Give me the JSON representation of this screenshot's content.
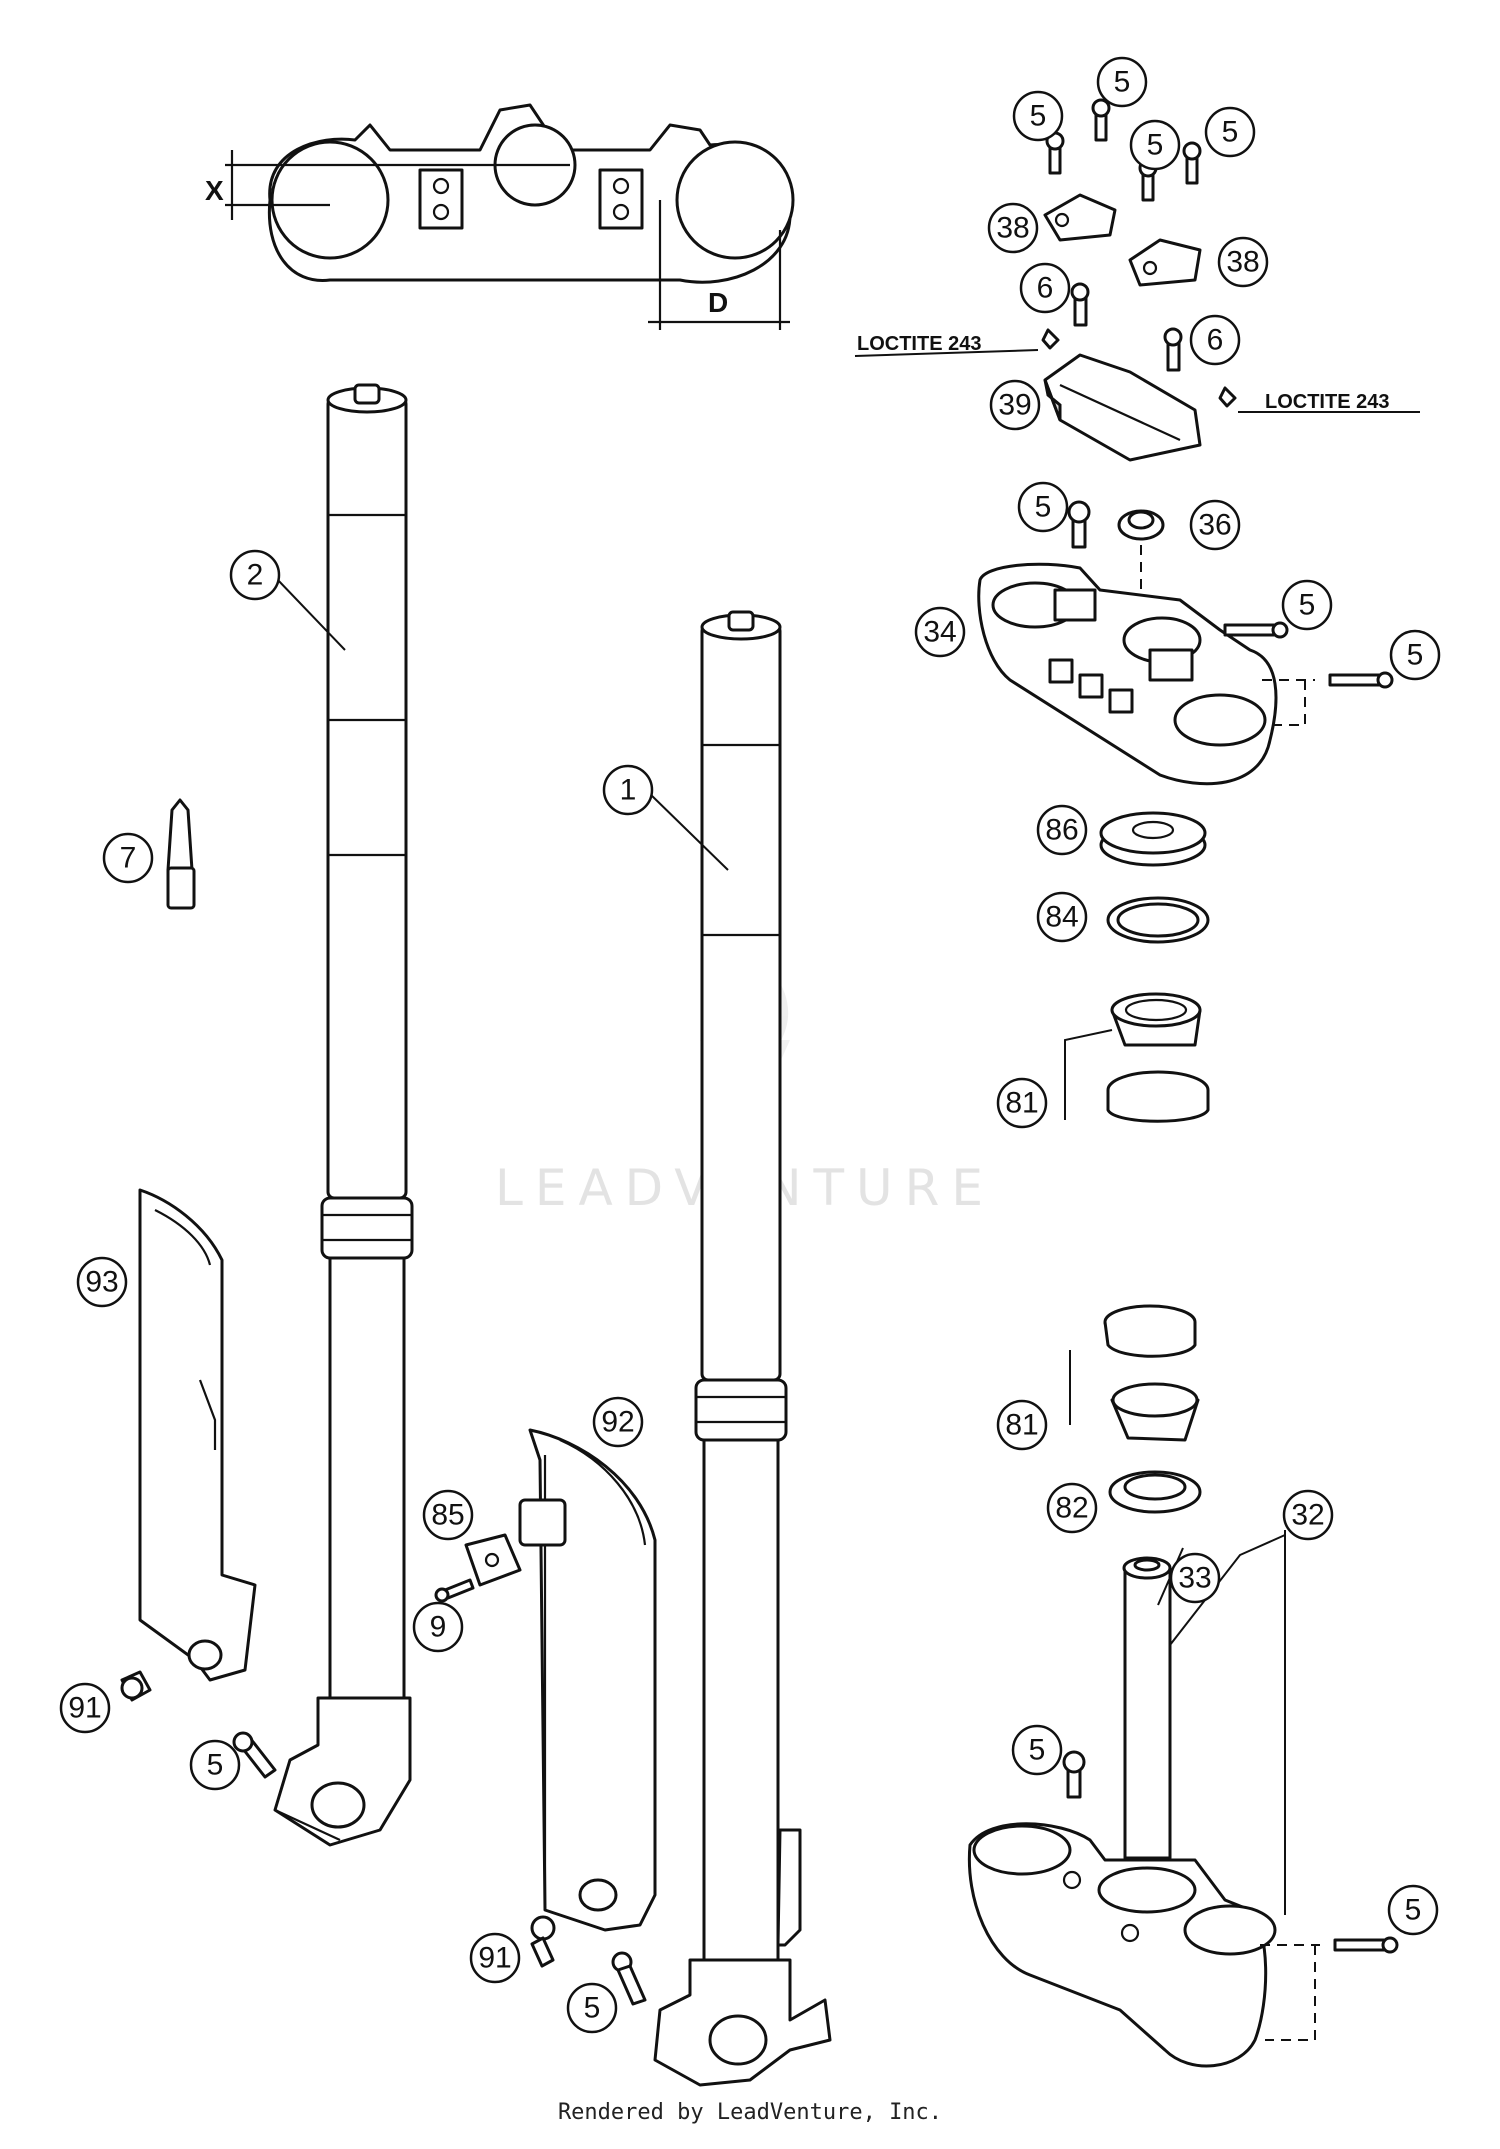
{
  "diagram": {
    "watermark": "LEADVENTURE",
    "dimension_labels": {
      "x": "X",
      "d": "D"
    },
    "notes": {
      "loctite_left": "LOCTITE 243",
      "loctite_right": "LOCTITE 243"
    },
    "callouts": [
      {
        "id": "c-5-a",
        "label": "5"
      },
      {
        "id": "c-5-b",
        "label": "5"
      },
      {
        "id": "c-5-c",
        "label": "5"
      },
      {
        "id": "c-5-d",
        "label": "5"
      },
      {
        "id": "c-38-a",
        "label": "38"
      },
      {
        "id": "c-38-b",
        "label": "38"
      },
      {
        "id": "c-6-a",
        "label": "6"
      },
      {
        "id": "c-6-b",
        "label": "6"
      },
      {
        "id": "c-39",
        "label": "39"
      },
      {
        "id": "c-5-e",
        "label": "5"
      },
      {
        "id": "c-36",
        "label": "36"
      },
      {
        "id": "c-34",
        "label": "34"
      },
      {
        "id": "c-5-f",
        "label": "5"
      },
      {
        "id": "c-5-g",
        "label": "5"
      },
      {
        "id": "c-86",
        "label": "86"
      },
      {
        "id": "c-84",
        "label": "84"
      },
      {
        "id": "c-81-a",
        "label": "81"
      },
      {
        "id": "c-2",
        "label": "2"
      },
      {
        "id": "c-1",
        "label": "1"
      },
      {
        "id": "c-7",
        "label": "7"
      },
      {
        "id": "c-93",
        "label": "93"
      },
      {
        "id": "c-92",
        "label": "92"
      },
      {
        "id": "c-85",
        "label": "85"
      },
      {
        "id": "c-9",
        "label": "9"
      },
      {
        "id": "c-91-a",
        "label": "91"
      },
      {
        "id": "c-5-h",
        "label": "5"
      },
      {
        "id": "c-91-b",
        "label": "91"
      },
      {
        "id": "c-5-i",
        "label": "5"
      },
      {
        "id": "c-81-b",
        "label": "81"
      },
      {
        "id": "c-82",
        "label": "82"
      },
      {
        "id": "c-32",
        "label": "32"
      },
      {
        "id": "c-33",
        "label": "33"
      },
      {
        "id": "c-5-j",
        "label": "5"
      },
      {
        "id": "c-5-k",
        "label": "5"
      }
    ]
  },
  "footer": {
    "text": "Rendered by LeadVenture, Inc."
  }
}
